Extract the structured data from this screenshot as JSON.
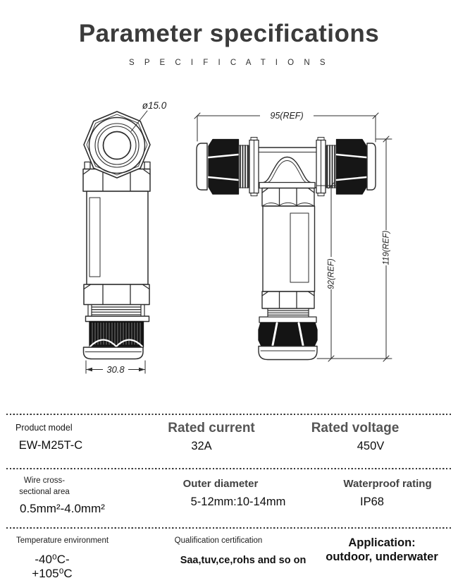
{
  "header": {
    "title": "Parameter specifications",
    "subtitle": "S P E C I F I C A T I O N S"
  },
  "drawings": {
    "left_view": {
      "diameter_label": "ø15.0",
      "width_label": "30.8"
    },
    "t_view": {
      "width_label": "95(REF)",
      "body_height_label": "92(REF)",
      "total_height_label": "119(REF)"
    }
  },
  "spec_table": {
    "rows": [
      {
        "cells": [
          {
            "label": "Product model",
            "value": "EW-M25T-C"
          },
          {
            "label": "Rated current",
            "value": "32A"
          },
          {
            "label": "Rated voltage",
            "value": "450V"
          }
        ]
      },
      {
        "cells": [
          {
            "label": "Wire cross-sectional area",
            "value": "0.5mm²-4.0mm²"
          },
          {
            "label": "Outer diameter",
            "value": "5-12mm:10-14mm"
          },
          {
            "label": "Waterproof rating",
            "value": "IP68"
          }
        ]
      },
      {
        "cells": [
          {
            "label": "Temperature environment",
            "value": "-40⁰C-+105⁰C"
          },
          {
            "label": "Qualification certification",
            "value": "Saa,tuv,ce,rohs and so on"
          },
          {
            "label": "Application:",
            "value": "outdoor, underwater"
          }
        ]
      }
    ]
  },
  "colors": {
    "ink": "#2d2d2d",
    "title_text": "#3b3b3b",
    "header_gray": "#555555",
    "table_text": "#0e0e0e"
  }
}
